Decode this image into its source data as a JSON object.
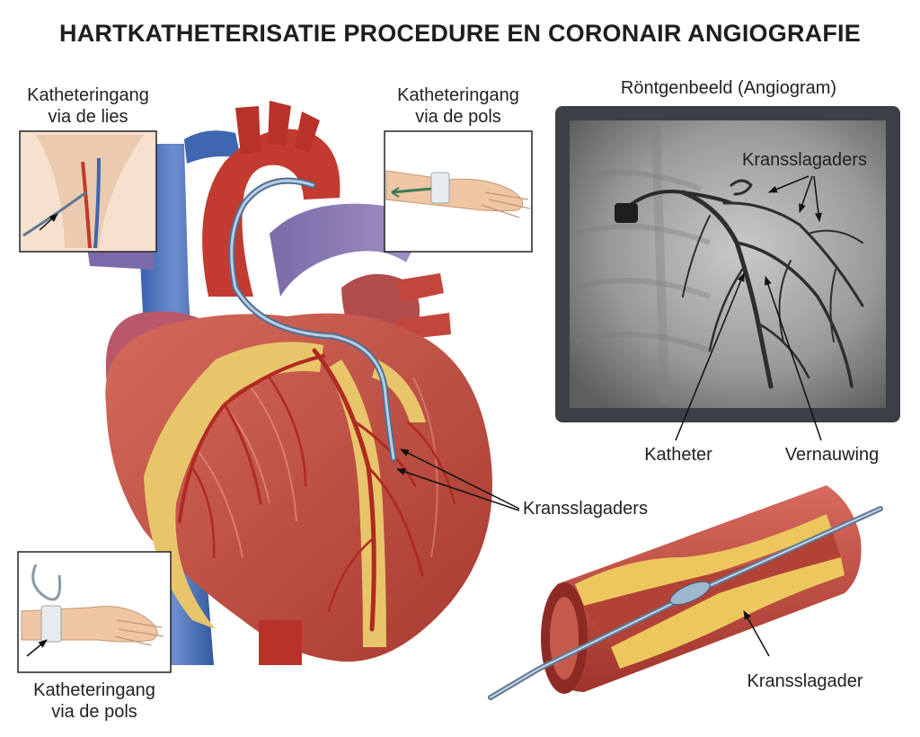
{
  "title": "HARTKATHETERISATIE PROCEDURE EN CORONAIR ANGIOGRAFIE",
  "inset_groin": {
    "line1": "Katheteringang",
    "line2": "via de lies"
  },
  "inset_wrist_top": {
    "line1": "Katheteringang",
    "line2": "via de pols"
  },
  "inset_wrist_bottom": {
    "line1": "Katheteringang",
    "line2": "via de pols"
  },
  "angiogram": {
    "title": "Röntgenbeeld (Angiogram)",
    "label_arteries": "Kransslagaders",
    "label_catheter": "Katheter",
    "label_stenosis": "Vernauwing"
  },
  "heart": {
    "label_arteries": "Kransslagaders"
  },
  "vessel": {
    "label_artery": "Kransslagader"
  },
  "colors": {
    "muscle": "#c8564a",
    "artery": "#b52c25",
    "vein": "#3f66b0",
    "fat": "#e9c46a",
    "catheter": "#8fa9c8"
  }
}
